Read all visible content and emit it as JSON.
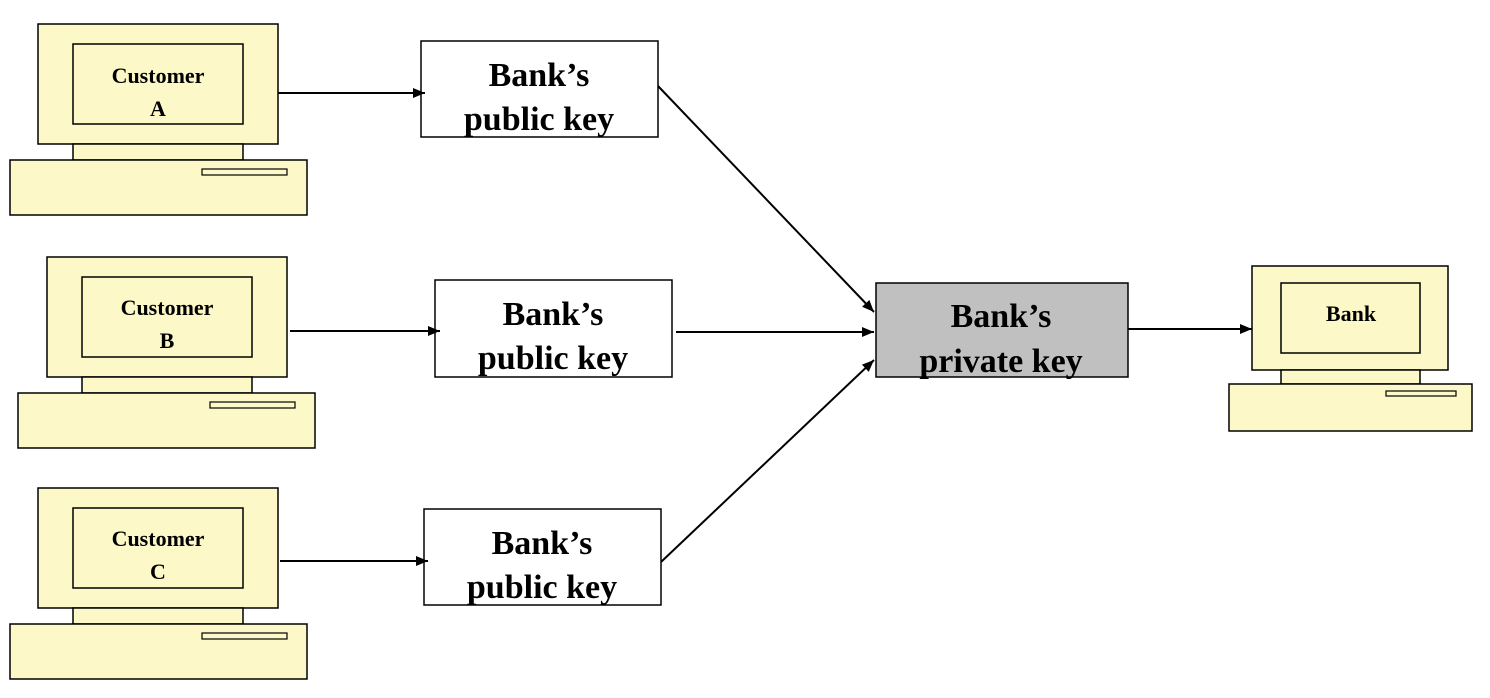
{
  "colors": {
    "computer_fill": "#FCF8C8",
    "private_key_fill": "#C0C0C0",
    "key_box_fill": "#FFFFFF",
    "stroke": "#000000"
  },
  "computers": [
    {
      "id": "customer-a",
      "line1": "Customer",
      "line2": "A"
    },
    {
      "id": "customer-b",
      "line1": "Customer",
      "line2": "B"
    },
    {
      "id": "customer-c",
      "line1": "Customer",
      "line2": "C"
    },
    {
      "id": "bank",
      "line1": "Bank",
      "line2": ""
    }
  ],
  "public_keys": [
    {
      "line1": "Bank’s",
      "line2": "public key"
    },
    {
      "line1": "Bank’s",
      "line2": "public key"
    },
    {
      "line1": "Bank’s",
      "line2": "public key"
    }
  ],
  "private_key": {
    "line1": "Bank’s",
    "line2": "private key"
  }
}
